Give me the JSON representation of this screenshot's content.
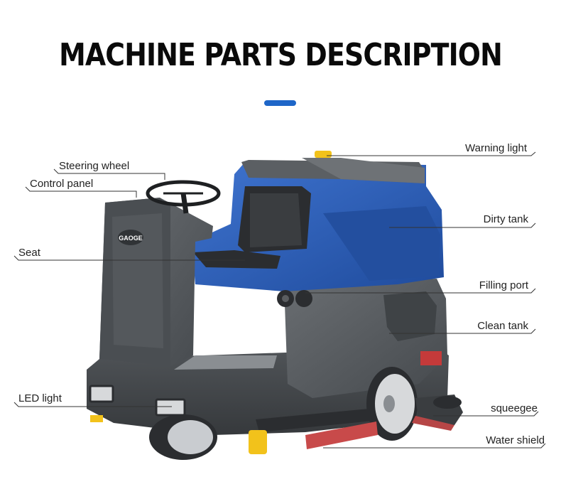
{
  "header": {
    "title": "MACHINE PARTS DESCRIPTION"
  },
  "colors": {
    "accent": "#1e66c8",
    "machine_blue": "#2d5fb8",
    "machine_gray": "#565a5e"
  },
  "machine": {
    "brand": "GAOGE"
  },
  "parts": {
    "warning_light": "Warning light",
    "steering_wheel": "Steering wheel",
    "control_panel": "Control panel",
    "dirty_tank": "Dirty tank",
    "seat": "Seat",
    "filling_port": "Filling port",
    "clean_tank": "Clean tank",
    "led_light": "LED light",
    "squeegee": "squeegee",
    "water_shield": "Water shield"
  }
}
